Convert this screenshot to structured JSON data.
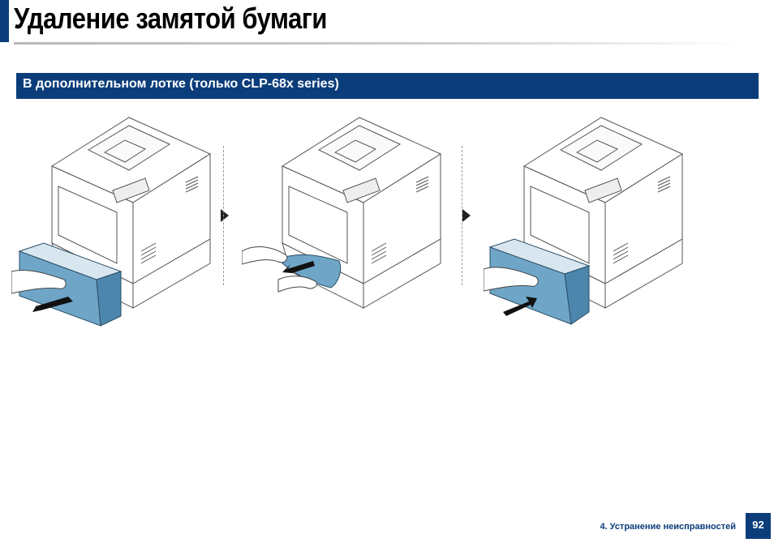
{
  "header": {
    "title": "Удаление замятой бумаги"
  },
  "section": {
    "heading": "В дополнительном лотке (только CLP-68x series)"
  },
  "steps": [
    {
      "name": "pull-tray-out"
    },
    {
      "name": "remove-jammed-paper"
    },
    {
      "name": "insert-tray-back"
    }
  ],
  "footer": {
    "chapter": "4. Устранение неисправностей",
    "page": "92"
  },
  "colors": {
    "brand_blue": "#0b3d7a",
    "tray_blue": "#6fa6c8",
    "banner_text": "#ffffff"
  },
  "icons": [
    "step-arrow-icon",
    "pull-arrow-icon",
    "push-arrow-icon"
  ]
}
